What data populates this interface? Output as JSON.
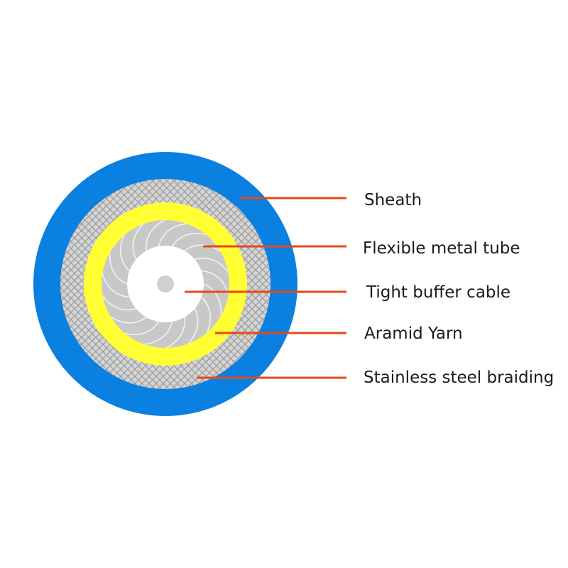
{
  "diagram": {
    "labels": {
      "sheath": "Sheath",
      "flexible_metal_tube": "Flexible metal tube",
      "tight_buffer_cable": "Tight buffer cable",
      "aramid_yarn": "Aramid Yarn",
      "stainless_steel_braiding": "Stainless steel braiding"
    },
    "colors": {
      "sheath": "#0a80e0",
      "braiding_bg": "#d4d4d4",
      "braiding_mesh": "#9a9a9a",
      "aramid_yarn": "#ffff33",
      "metal_tube": "#c8c8c8",
      "metal_tube_lines": "#f2f2f2",
      "buffer": "#ffffff",
      "fiber_core": "#d0d0d0",
      "leader_line": "#e8471c"
    }
  }
}
